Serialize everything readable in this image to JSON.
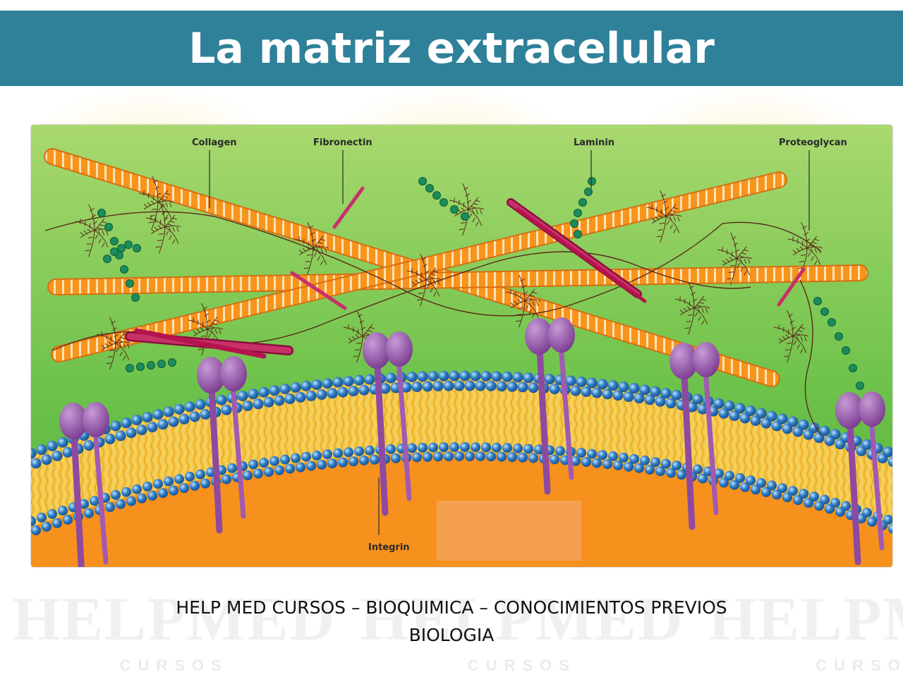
{
  "slide": {
    "title": "La matriz extracelular",
    "footer_line1": "HELP MED CURSOS – BIOQUIMICA – CONOCIMIENTOS PREVIOS",
    "footer_line2": "BIOLOGIA"
  },
  "watermark": {
    "brand": "HELPMED",
    "sub": "CURSOS"
  },
  "diagram": {
    "labels": {
      "collagen": "Collagen",
      "fibronectin": "Fibronectin",
      "laminin": "Laminin",
      "proteoglycan": "Proteoglycan",
      "integrin": "Integrin"
    },
    "colors": {
      "matrix_bg": "#6cc24a",
      "collagen": "#f7941d",
      "fibronectin": "#b5134f",
      "laminin": "#1b8c5a",
      "proteoglycan": "#5a2a18",
      "integrin": "#8e4aa0",
      "membrane_head": "#2e7bc4",
      "membrane_tail": "#f2c23a",
      "cytoplasm": "#f7911d"
    }
  }
}
